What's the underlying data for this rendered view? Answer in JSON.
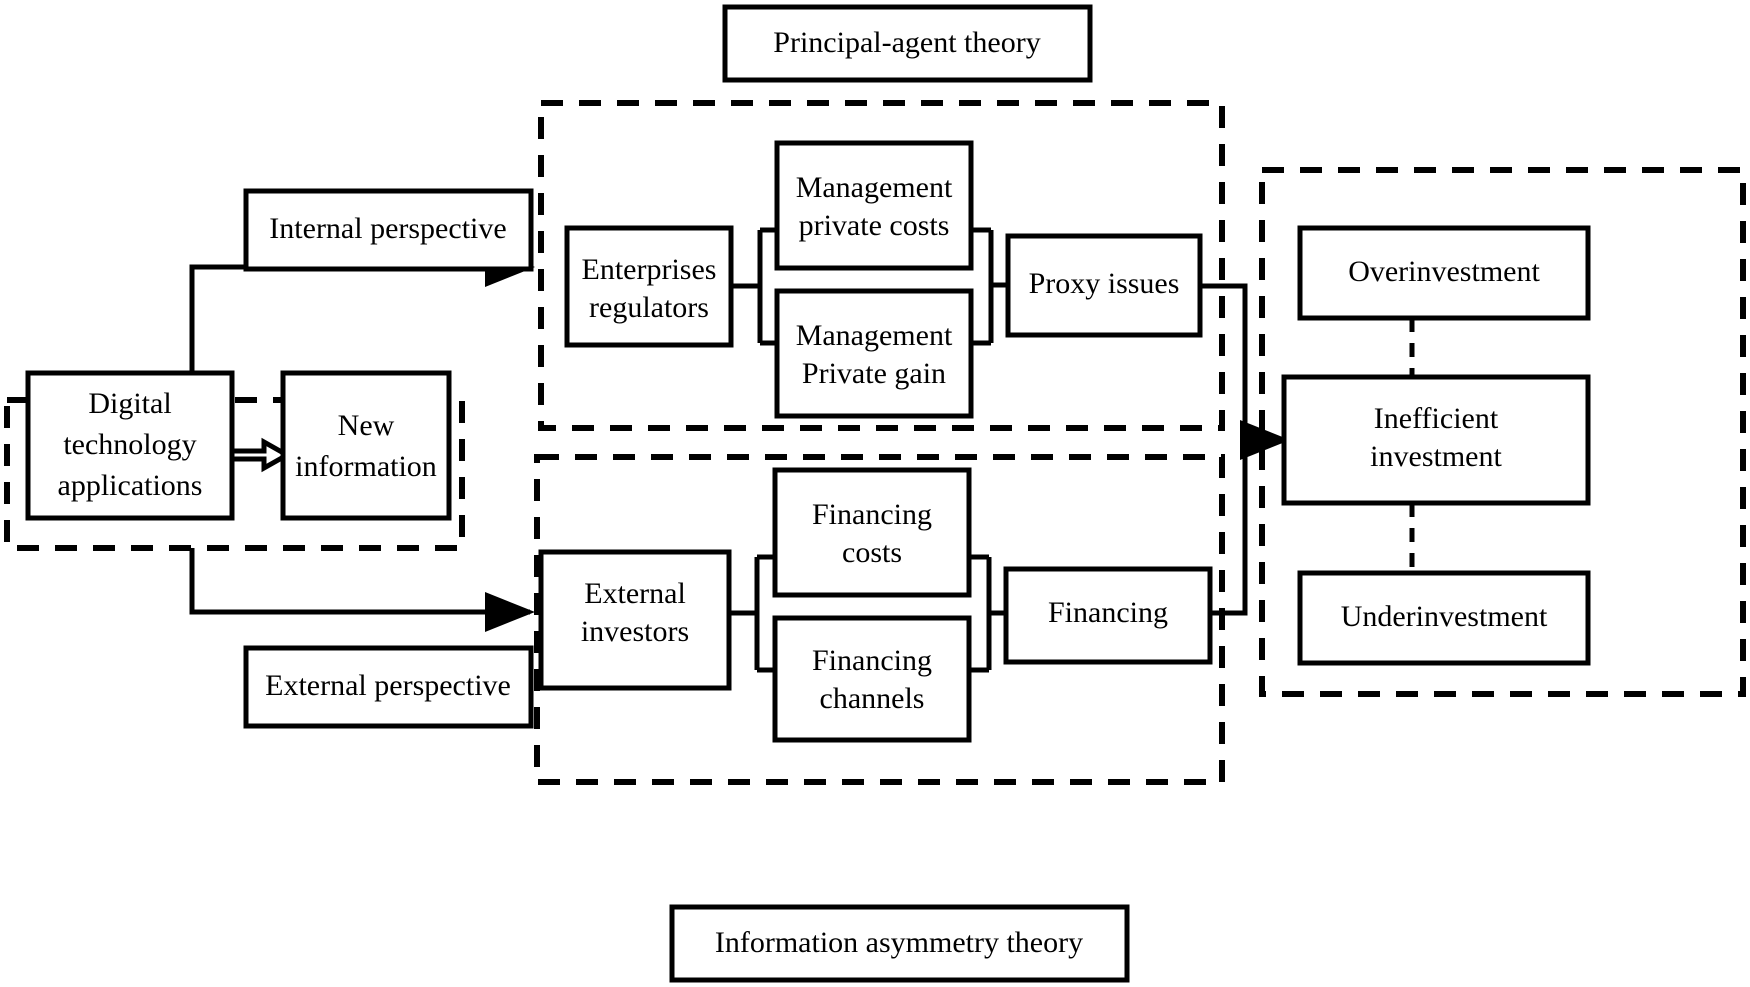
{
  "diagram": {
    "title_top": "Principal-agent theory",
    "title_bottom": "Information asymmetry theory",
    "nodes": {
      "digital_tech": "Digital\ntechnology\napplications",
      "new_information": "New\ninformation",
      "internal_perspective": "Internal perspective",
      "external_perspective": "External perspective",
      "enterprises_regulators": "Enterprises\nregulators",
      "management_private_costs": "Management\nprivate costs",
      "management_private_gain": "Management\nPrivate gain",
      "proxy_issues": "Proxy issues",
      "external_investors": "External\ninvestors",
      "financing_costs": "Financing\ncosts",
      "financing_channels": "Financing\nchannels",
      "financing": "Financing",
      "overinvestment": "Overinvestment",
      "inefficient_investment": "Inefficient\ninvestment",
      "underinvestment": "Underinvestment"
    },
    "lines": {
      "digital_tech_l1": "Digital",
      "digital_tech_l2": "technology",
      "digital_tech_l3": "applications",
      "new_information_l1": "New",
      "new_information_l2": "information",
      "enterprises_regulators_l1": "Enterprises",
      "enterprises_regulators_l2": "regulators",
      "management_private_costs_l1": "Management",
      "management_private_costs_l2": "private costs",
      "management_private_gain_l1": "Management",
      "management_private_gain_l2": "Private gain",
      "external_investors_l1": "External",
      "external_investors_l2": "investors",
      "financing_costs_l1": "Financing",
      "financing_costs_l2": "costs",
      "financing_channels_l1": "Financing",
      "financing_channels_l2": "channels",
      "inefficient_investment_l1": "Inefficient",
      "inefficient_investment_l2": "investment"
    },
    "groups": {
      "source_group": "digital-information-group",
      "internal_group": "principal-agent-group",
      "external_group": "information-asymmetry-group",
      "outcome_group": "investment-outcome-group"
    },
    "colors": {
      "stroke": "#000000",
      "fill": "#ffffff",
      "background": "#ffffff"
    }
  }
}
